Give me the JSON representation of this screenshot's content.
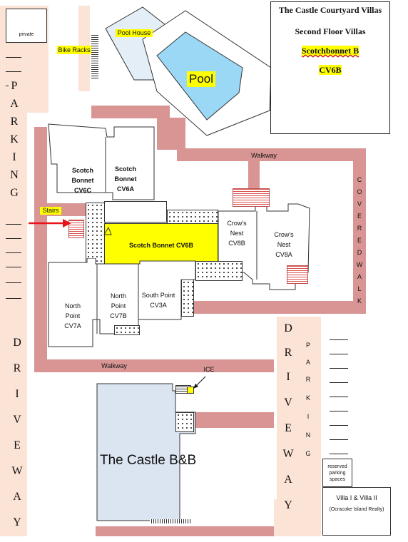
{
  "title_box": {
    "line1": "The Castle Courtyard Villas",
    "line2": "Second Floor Villas",
    "line3": "Scotchbonnet B",
    "line4": "CV6B"
  },
  "labels": {
    "private": "private",
    "bike_racks": "Bike Racks",
    "pool_house": "Pool House",
    "pool": "Pool",
    "walkway_top": "Walkway",
    "walkway_bottom": "Walkway",
    "stairs": "Stairs",
    "ice": "ICE",
    "reserved_parking": "reserved parking spaces",
    "villa": "Villa I & Villa II",
    "villa_realty": "(Ocracoke Island Realty)",
    "castle": "The Castle B&B"
  },
  "units": {
    "cv6c": "Scotch\nBonnet\nCV6C",
    "cv6a": "Scotch\nBonnet\nCV6A",
    "cv6b": "Scotch Bonnet CV6B",
    "cv8b": "Crow’s\nNest\nCV8B",
    "cv8a": "Crow’s\nNest\nCV8A",
    "cv7a": "North\nPoint\nCV7A",
    "cv7b": "North\nPoint\nCV7B",
    "cv3a": "South Point\nCV3A"
  },
  "vertical_text": {
    "parking_left": [
      "P",
      "A",
      "R",
      "K",
      "I",
      "N",
      "G"
    ],
    "driveway_left": [
      "D",
      "R",
      "I",
      "V",
      "E",
      "W",
      "A",
      "Y"
    ],
    "driveway_right": [
      "D",
      "R",
      "I",
      "V",
      "E",
      "W",
      "A",
      "Y"
    ],
    "parking_right": [
      "P",
      "A",
      "R",
      "K",
      "I",
      "N",
      "G"
    ],
    "covered_walk": [
      "C",
      "O",
      "V",
      "E",
      "R",
      "E",
      "D",
      "W",
      "A",
      "L",
      "K"
    ]
  },
  "colors": {
    "walkway": "#d99594",
    "driveway": "#fbe3d6",
    "highlight": "#ffff00",
    "castle": "#dbe5f1",
    "pool": "#9bd8f5",
    "pool_house": "#e3eef6",
    "arrow": "#e8131a"
  }
}
